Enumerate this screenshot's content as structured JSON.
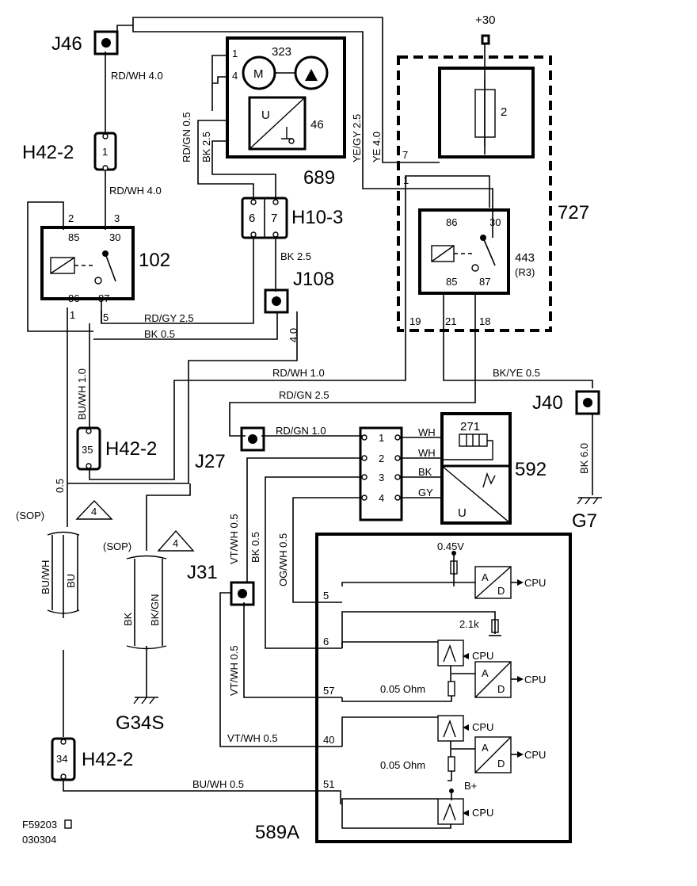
{
  "power": "+30",
  "components": {
    "j46": "J46",
    "h42_2": "H42-2",
    "j108": "J108",
    "j27": "J27",
    "j31": "J31",
    "j40": "J40",
    "g7": "G7",
    "g34s": "G34S",
    "c102": "102",
    "c689": "689",
    "c727": "727",
    "c592": "592",
    "c589a": "589A",
    "h10_3": "H10-3",
    "c323": "323",
    "c46": "46",
    "c271": "271",
    "c443": "443",
    "r3": "(R3)",
    "fuse2": "2"
  },
  "connector_pins": {
    "h42_1": "1",
    "h10_6": "6",
    "h10_7": "7",
    "h42_35": "35",
    "h42_34": "34",
    "j27": [
      "1",
      "2",
      "3",
      "4"
    ]
  },
  "relay102": {
    "p2": "2",
    "p3": "3",
    "p85": "85",
    "p30": "30",
    "p86": "86",
    "p87": "87",
    "p1": "1",
    "p5": "5"
  },
  "relay443": {
    "p86": "86",
    "p30": "30",
    "p85": "85",
    "p87": "87"
  },
  "block727_pins": {
    "p7": "7",
    "p1": "1",
    "p19": "19",
    "p21": "21",
    "p18": "18"
  },
  "motor": {
    "m": "M",
    "p1": "1",
    "p4": "4"
  },
  "u_symbol": "U",
  "wires": {
    "rdwh40_a": "RD/WH  4.0",
    "rdwh40_b": "RD/WH 4.0",
    "rdgn05": "RD/GN 0.5",
    "bk25_a": "BK  2.5",
    "yegy25": "YE/GY  2.5",
    "ye40": "YE  4.0",
    "bk25_b": "BK   2.5",
    "rdgy25": "RD/GY  2.5",
    "bk05_a": "BK  0.5",
    "j108_40": "4.0",
    "rdwh10": "RD/WH 1.0",
    "bkye05": "BK/YE  0.5",
    "rdgn25": "RD/GN  2.5",
    "rdgn10": "RD/GN  1.0",
    "buwh10": "BU/WH 1.0",
    "bk60": "BK  6.0",
    "wh1": "WH",
    "wh2": "WH",
    "bk592": "BK",
    "gy592": "GY",
    "vtwh05_a": "VT/WH  0.5",
    "bk05_b": "BK  0.5",
    "ogwh05": "OG/WH  0.5",
    "vtwh05_b": "VT/WH  0.5",
    "vtwh05_c": "VT/WH  0.5",
    "buwh05": "BU/WH  0.5",
    "w05": "0.5"
  },
  "sop_left": {
    "sop": "(SOP)",
    "tri": "4",
    "buwh": "BU/WH",
    "bu": "BU"
  },
  "sop_right": {
    "sop": "(SOP)",
    "tri": "4",
    "bk": "BK",
    "bkgn": "BK/GN"
  },
  "ecu_589a": {
    "v045": "0.45V",
    "r21k": "2.1k",
    "ohm1": "0.05 Ohm",
    "ohm2": "0.05 Ohm",
    "bplus": "B+",
    "cpu": "CPU",
    "a": "A",
    "d": "D",
    "pins": {
      "p5": "5",
      "p6": "6",
      "p57": "57",
      "p40": "40",
      "p51": "51"
    }
  },
  "footer": {
    "code": "F59203",
    "date": "030304"
  }
}
